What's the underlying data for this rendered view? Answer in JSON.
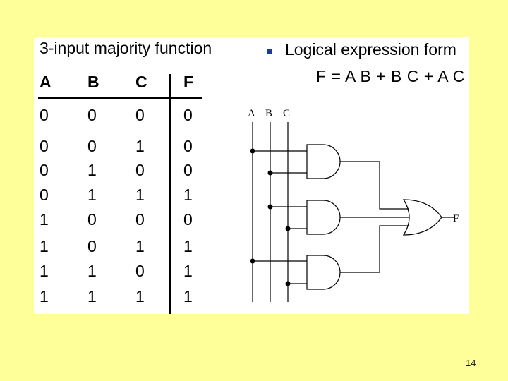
{
  "title": "3-input majority function",
  "truth_table": {
    "headers": [
      "A",
      "B",
      "C",
      "F"
    ],
    "rows": [
      [
        "0",
        "0",
        "0",
        "0"
      ],
      [
        "0",
        "0",
        "1",
        "0"
      ],
      [
        "0",
        "1",
        "0",
        "0"
      ],
      [
        "0",
        "1",
        "1",
        "1"
      ],
      [
        "1",
        "0",
        "0",
        "0"
      ],
      [
        "1",
        "0",
        "1",
        "1"
      ],
      [
        "1",
        "1",
        "0",
        "1"
      ],
      [
        "1",
        "1",
        "1",
        "1"
      ]
    ]
  },
  "expression_heading": "Logical expression form",
  "expression": "F = A B + B C + A C",
  "circuit": {
    "inputs": [
      "A",
      "B",
      "C"
    ],
    "output": "F",
    "gates": [
      "AND",
      "AND",
      "AND",
      "OR"
    ]
  },
  "page_number": "14",
  "colors": {
    "background": "#ffff99",
    "panel": "#ffffff",
    "bullet": "#1f3b8f"
  }
}
